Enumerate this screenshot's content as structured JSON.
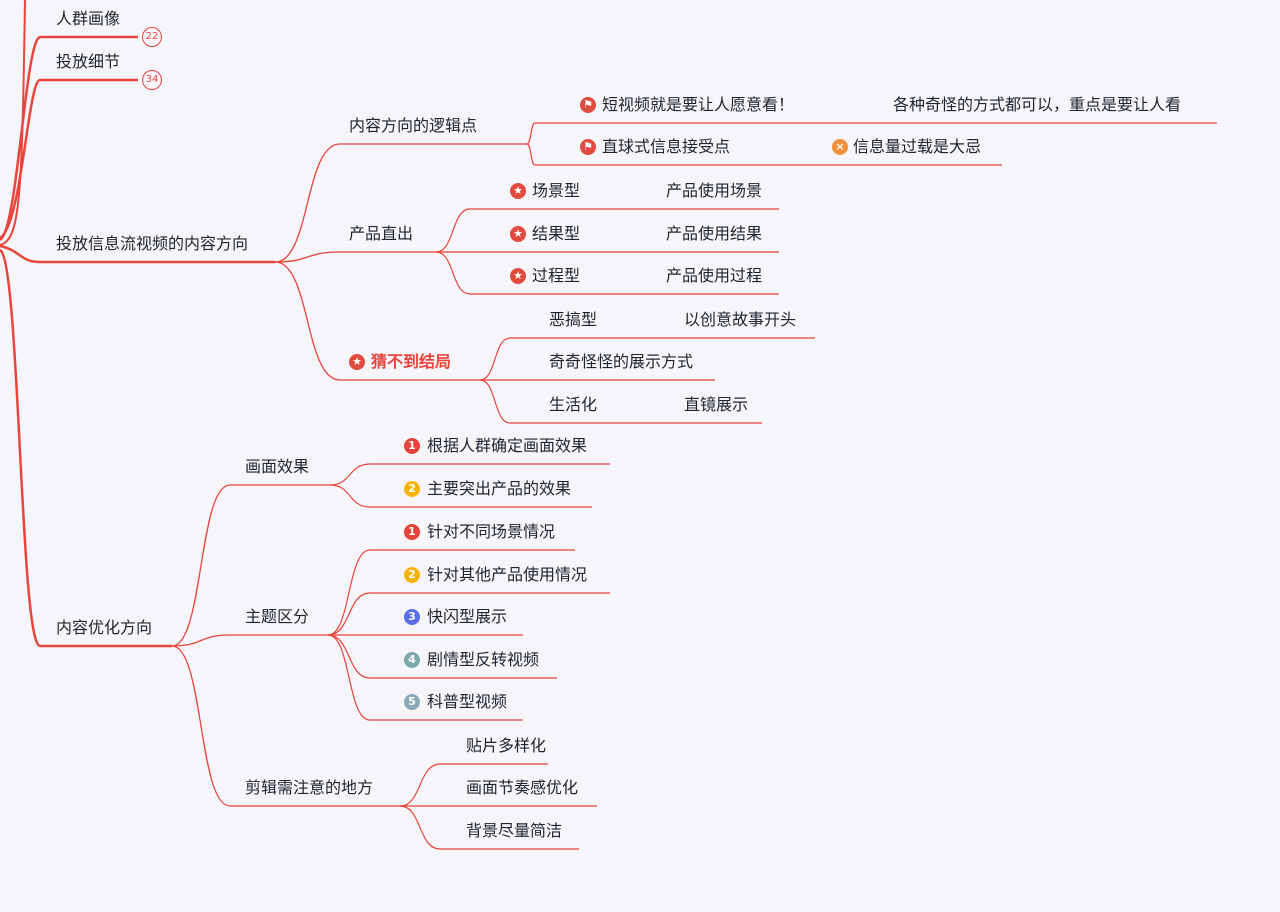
{
  "colors": {
    "line": "#e8453c",
    "flag": "#e04a3f",
    "star": "#e04a3f",
    "cross": "#f0913a",
    "n1": "#e5443c",
    "n2": "#f5b400",
    "n3": "#5b6ee8",
    "n4": "#7fa8a8",
    "n5": "#8aa9b5"
  },
  "nodes": {
    "audience": {
      "label": "人群画像",
      "badge": "22"
    },
    "details": {
      "label": "投放细节",
      "badge": "34"
    },
    "direction": {
      "label": "投放信息流视频的内容方向",
      "logic": {
        "label": "内容方向的逻辑点",
        "c0": {
          "label": "短视频就是要让人愿意看！",
          "icon": "flag-icon",
          "note": "各种奇怪的方式都可以，重点是要让人看"
        },
        "c1": {
          "label": "直球式信息接受点",
          "icon": "flag-icon",
          "note": "信息量过载是大忌",
          "note_icon": "cross-icon"
        }
      },
      "product": {
        "label": "产品直出",
        "c0": {
          "label": "场景型",
          "icon": "star-icon",
          "note": "产品使用场景"
        },
        "c1": {
          "label": "结果型",
          "icon": "star-icon",
          "note": "产品使用结果"
        },
        "c2": {
          "label": "过程型",
          "icon": "star-icon",
          "note": "产品使用过程"
        }
      },
      "surprise": {
        "label": "猜不到结局",
        "icon": "star-icon",
        "c0": {
          "label": "恶搞型",
          "note": "以创意故事开头"
        },
        "c1": {
          "label": "奇奇怪怪的展示方式"
        },
        "c2": {
          "label": "生活化",
          "note": "直镜展示"
        }
      }
    },
    "optimize": {
      "label": "内容优化方向",
      "visual": {
        "label": "画面效果",
        "c0": {
          "label": "根据人群确定画面效果",
          "num": "1"
        },
        "c1": {
          "label": "主要突出产品的效果",
          "num": "2"
        }
      },
      "theme": {
        "label": "主题区分",
        "c0": {
          "label": "针对不同场景情况",
          "num": "1"
        },
        "c1": {
          "label": "针对其他产品使用情况",
          "num": "2"
        },
        "c2": {
          "label": "快闪型展示",
          "num": "3"
        },
        "c3": {
          "label": "剧情型反转视频",
          "num": "4"
        },
        "c4": {
          "label": "科普型视频",
          "num": "5"
        }
      },
      "editing": {
        "label": "剪辑需注意的地方",
        "c0": {
          "label": "贴片多样化"
        },
        "c1": {
          "label": "画面节奏感优化"
        },
        "c2": {
          "label": "背景尽量简洁"
        }
      }
    }
  }
}
